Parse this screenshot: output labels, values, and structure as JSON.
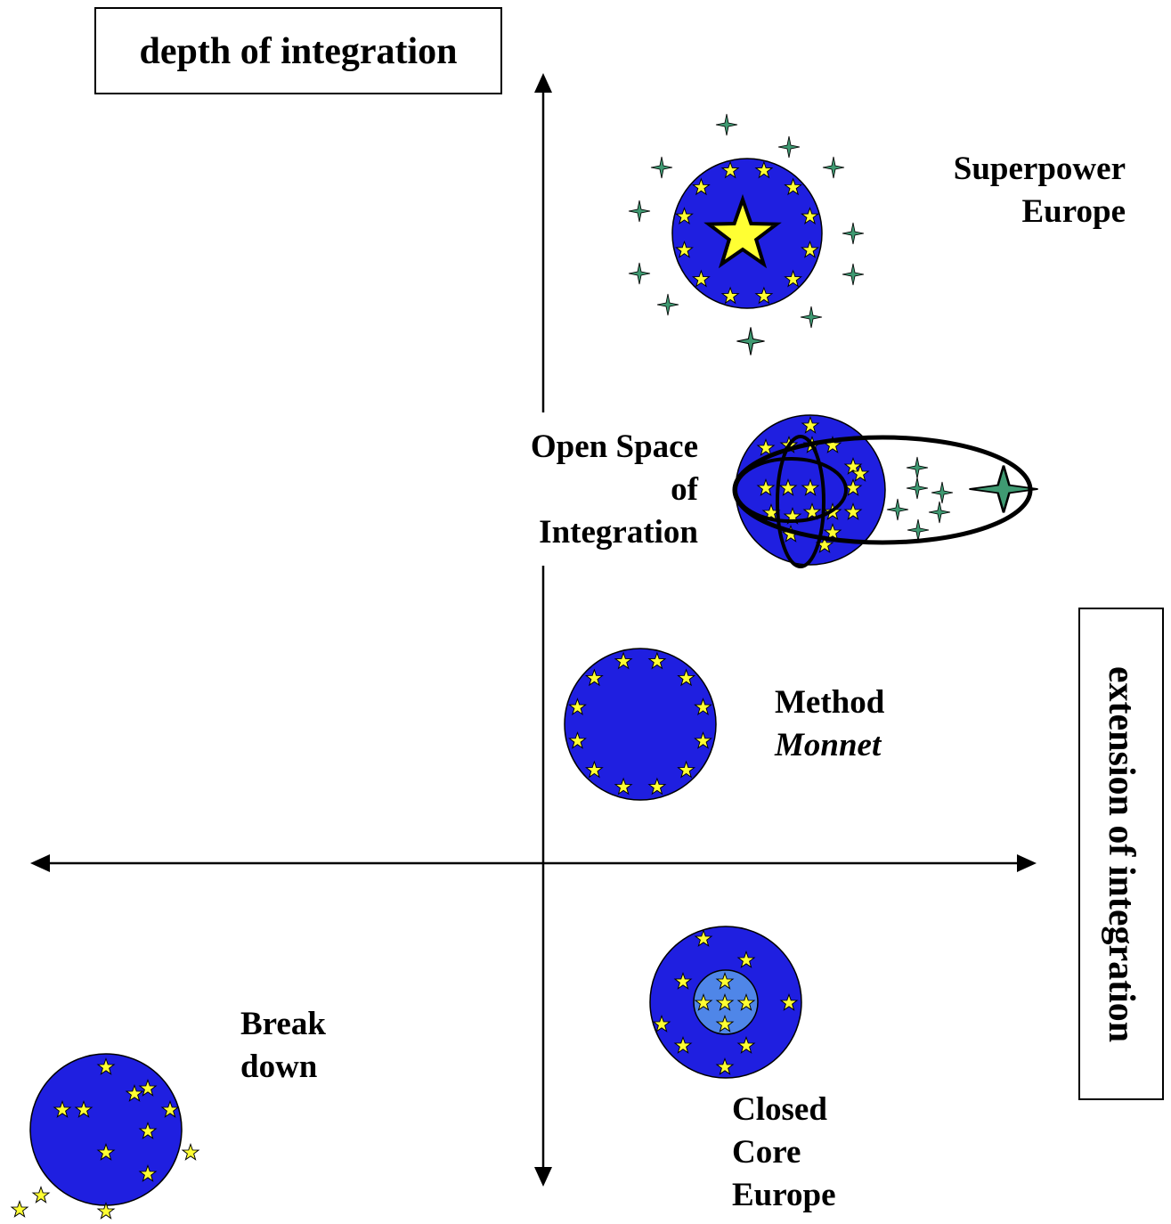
{
  "axes": {
    "vertical_label": "depth of integration",
    "horizontal_label": "extension of integration"
  },
  "scenarios": {
    "superpower": {
      "line1": "Superpower",
      "line2": "Europe"
    },
    "open_space": {
      "line1": "Open Space",
      "line2": "of",
      "line3": "Integration"
    },
    "monnet": {
      "line1": "Method",
      "line2": "Monnet"
    },
    "breakdown": {
      "line1": "Break",
      "line2": "down"
    },
    "closed_core": {
      "line1": "Closed",
      "line2": "Core",
      "line3": "Europe"
    }
  },
  "colors": {
    "disc_blue": "#1f1fe0",
    "core_blue": "#4f86e8",
    "star_yellow": "#ffff33",
    "sparkle_green": "#3f9a72",
    "outline": "#000000"
  },
  "icons": [
    "star-icon",
    "sparkle-icon",
    "axis-arrow-icon"
  ]
}
